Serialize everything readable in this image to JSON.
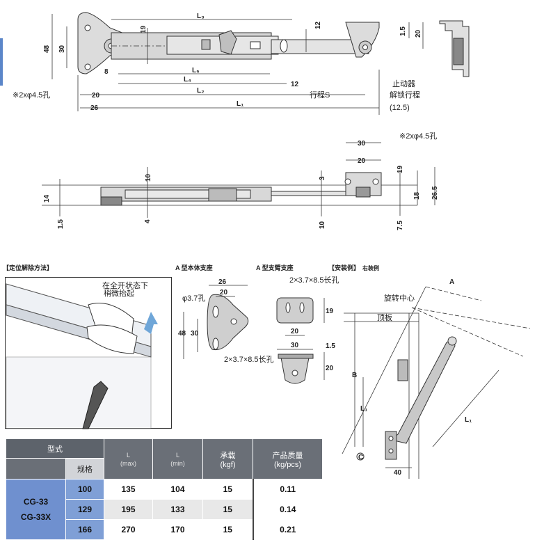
{
  "top_view": {
    "dims": {
      "L3": "L₃",
      "L5": "L₅",
      "L4": "L₄",
      "L2": "L₂",
      "L1": "L₁",
      "d19": "19",
      "d48": "48",
      "d30": "30",
      "d8": "8",
      "d12a": "12",
      "d12b": "12",
      "d20a": "20",
      "d26": "26",
      "d15": "1.5",
      "d20b": "20"
    },
    "hole_note": "※2xφ4.5孔",
    "stroke_label": "行程S",
    "stopper_line1": "止动器",
    "stopper_line2": "解锁行程",
    "stopper_value": "(12.5)"
  },
  "side_view": {
    "dims": {
      "d14": "14",
      "d15": "1.5",
      "d10a": "10",
      "d4": "4",
      "d3": "3",
      "d10b": "10",
      "d30": "30",
      "d20": "20",
      "d19": "19",
      "d18": "18",
      "d265": "26.5",
      "d75": "7.5"
    },
    "hole_note": "※2xφ4.5孔"
  },
  "sections": {
    "release_title": "【定位解除方法】",
    "release_note_1": "在全开状态下",
    "release_note_2": "稍微抬起",
    "body_mount_title": "A 型本体支座",
    "arm_mount_title": "A 型支臂支座",
    "install_title": "【安装例】",
    "install_sub": "右装例"
  },
  "body_mount": {
    "d26": "26",
    "d20": "20",
    "d48": "48",
    "d30": "30",
    "hole_note": "φ3.7孔",
    "slot_note": "2×3.7×8.5长孔"
  },
  "arm_mount": {
    "slot_note": "2×3.7×8.5长孔",
    "d19": "19",
    "d20": "20",
    "d30": "30",
    "d15": "1.5",
    "d20b": "20"
  },
  "install": {
    "label_a": "A",
    "label_b": "B",
    "label_l1": "L₁",
    "label_l1b": "L₁",
    "pivot_label": "旋转中心",
    "board_label": "顶板",
    "label_c": "C",
    "d40": "40"
  },
  "table": {
    "header_model": "型式",
    "header_spec": "规格",
    "header_lmax_top": "L",
    "header_lmax_bottom": "(max)",
    "header_lmin_top": "L",
    "header_lmin_bottom": "(min)",
    "header_load_top": "承载",
    "header_load_bottom": "(kgf)",
    "header_mass_top": "产品质量",
    "header_mass_bottom": "(kg/pcs)",
    "models": [
      "CG-33",
      "CG-33X"
    ],
    "rows": [
      {
        "spec": "100",
        "lmax": "135",
        "lmin": "104",
        "load": "15",
        "mass": "0.11"
      },
      {
        "spec": "129",
        "lmax": "195",
        "lmin": "133",
        "load": "15",
        "mass": "0.14"
      },
      {
        "spec": "166",
        "lmax": "270",
        "lmin": "170",
        "load": "15",
        "mass": "0.21"
      }
    ]
  }
}
